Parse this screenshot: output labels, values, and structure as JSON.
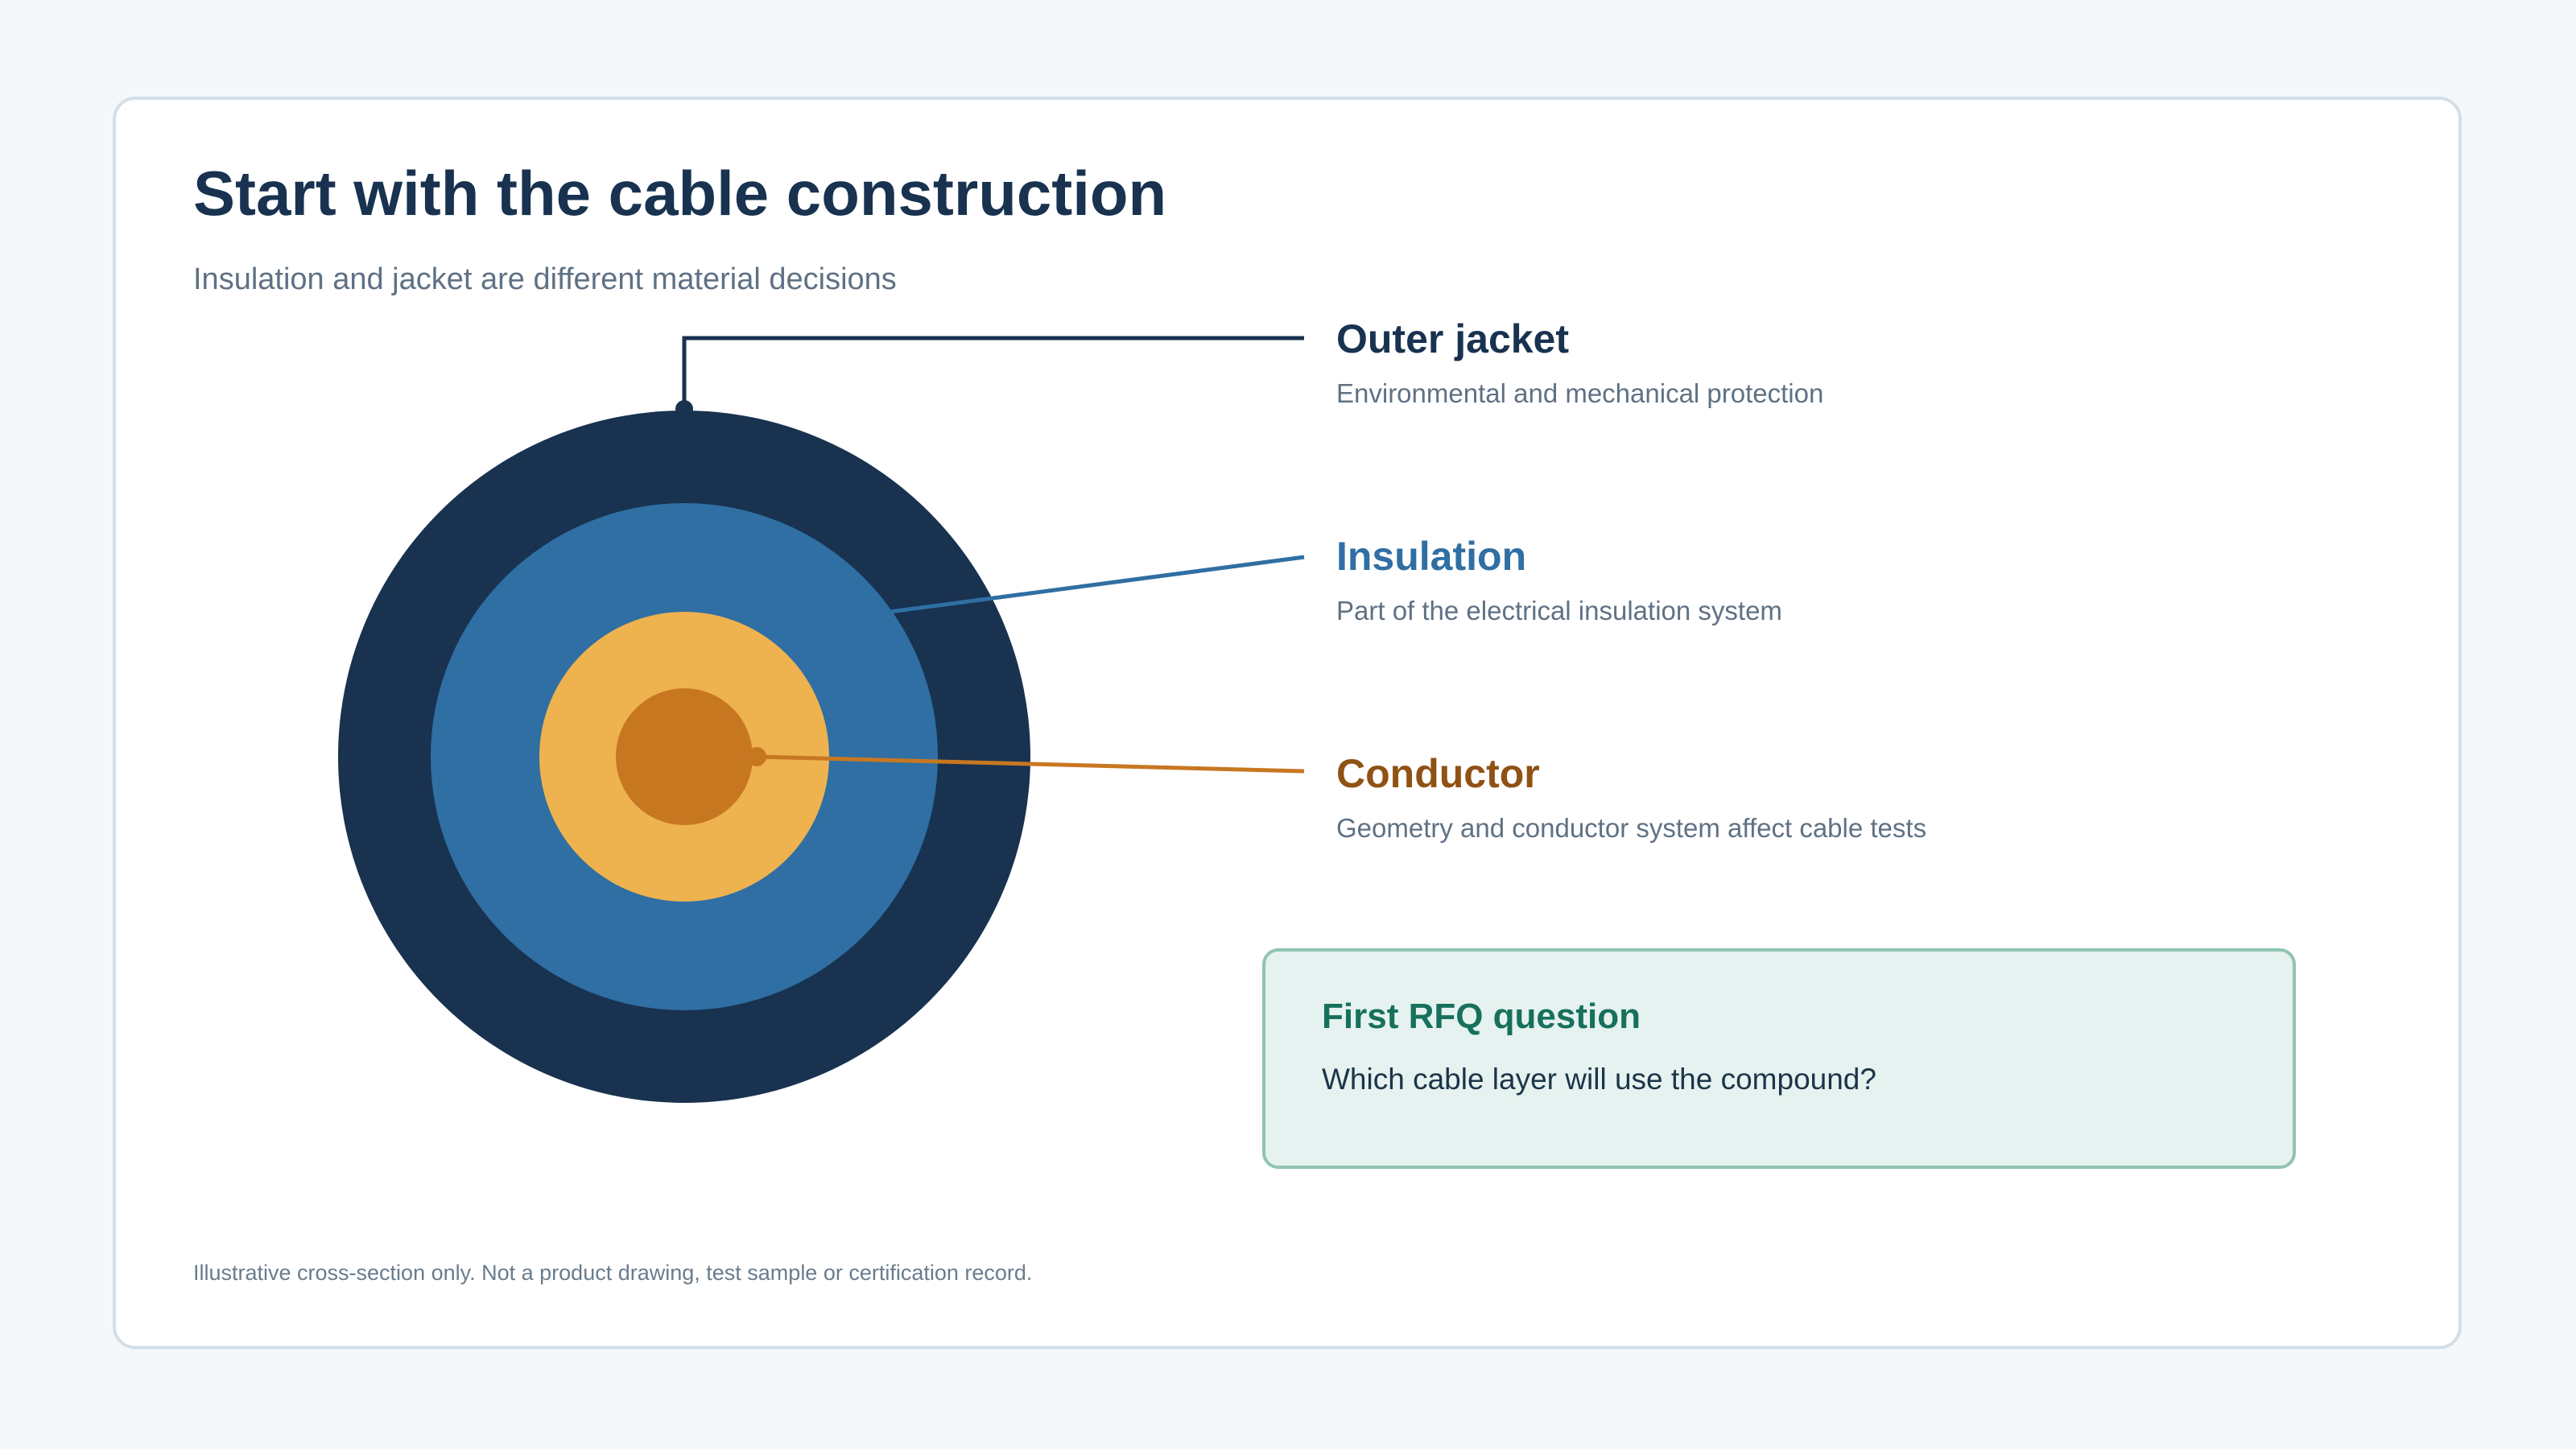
{
  "title": "Start with the cable construction",
  "subtitle": "Insulation and jacket are different material decisions",
  "layers": [
    {
      "key": "jacket",
      "name": "Outer jacket",
      "description": "Environmental and mechanical protection",
      "color": "#183250",
      "label_color": "#183250"
    },
    {
      "key": "insulation",
      "name": "Insulation",
      "description": "Part of the electrical insulation system",
      "color": "#2f6fa3",
      "label_color": "#2f6fa3"
    },
    {
      "key": "conductor",
      "name": "Conductor",
      "description": "Geometry and conductor system affect cable tests",
      "color": "#c87721",
      "label_color": "#8f5214"
    }
  ],
  "filler_color": "#eeb24f",
  "rfq": {
    "title": "First RFQ question",
    "question": "Which cable layer will use the compound?"
  },
  "footnote": "Illustrative cross-section only. Not a product drawing, test sample or certification record."
}
